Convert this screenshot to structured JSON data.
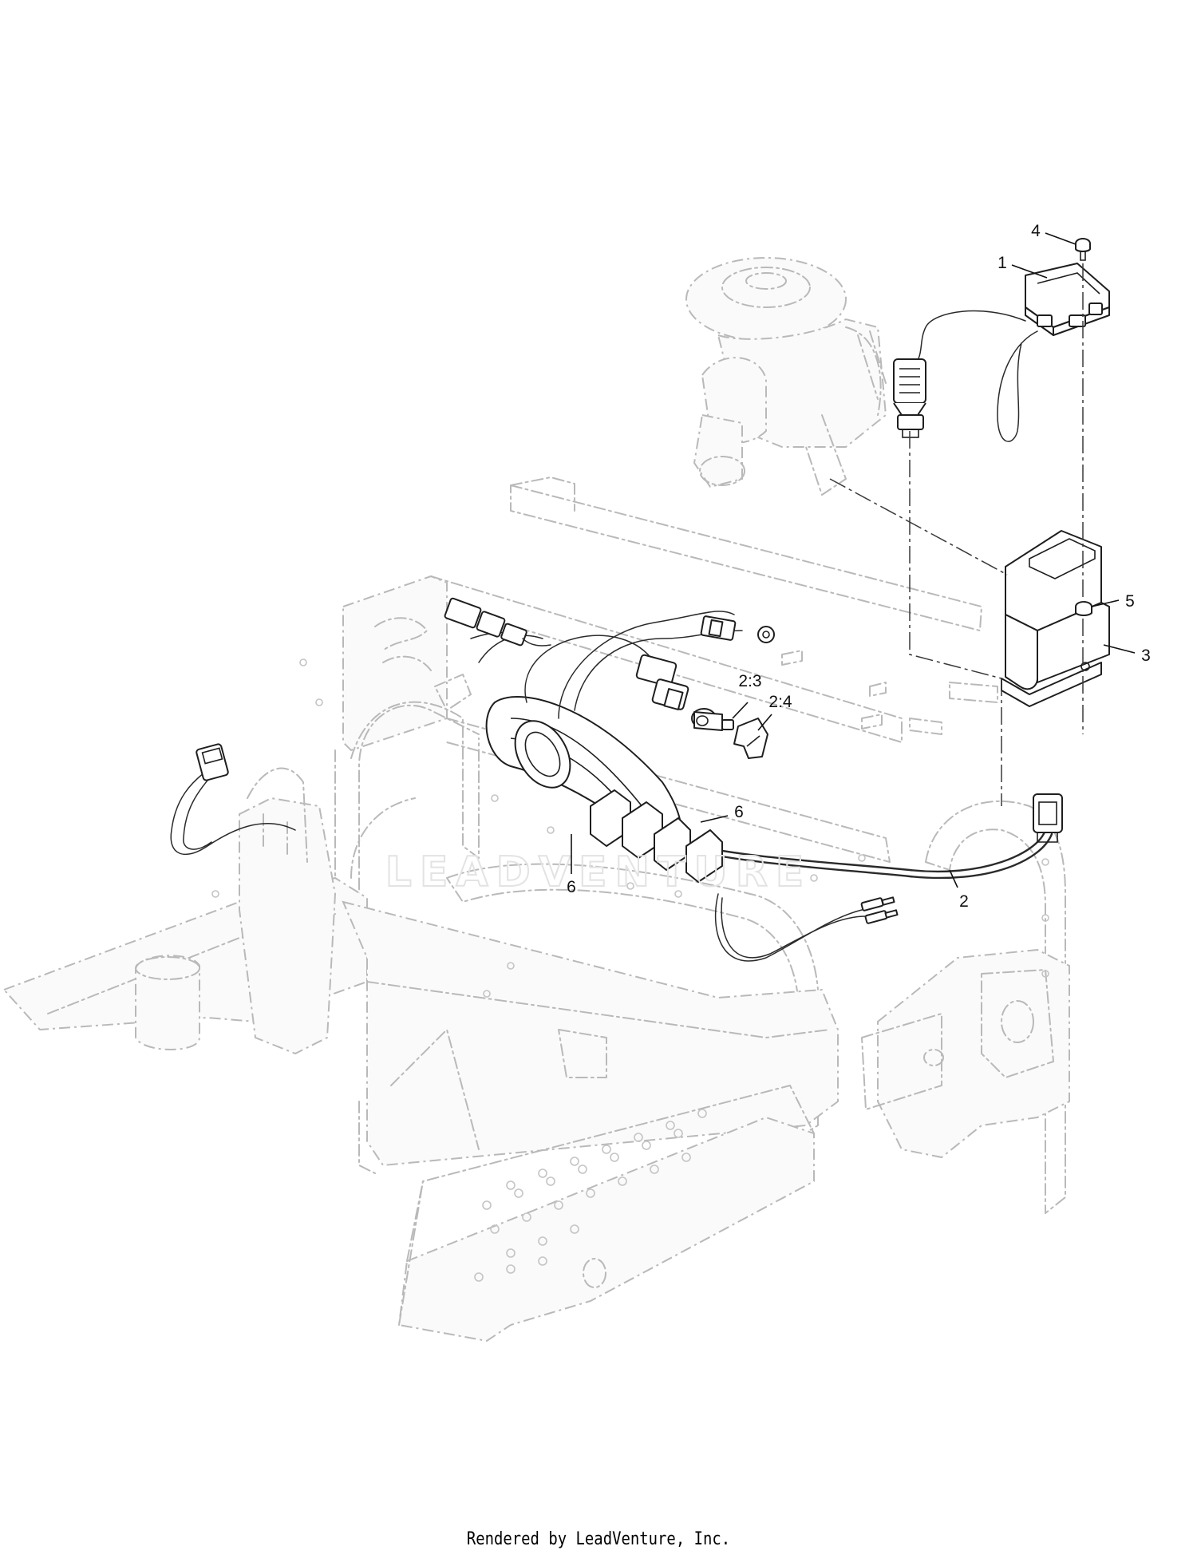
{
  "diagram": {
    "callouts": [
      {
        "id": "4",
        "label": "4"
      },
      {
        "id": "1",
        "label": "1"
      },
      {
        "id": "5",
        "label": "5"
      },
      {
        "id": "3",
        "label": "3"
      },
      {
        "id": "2-3",
        "label": "2:3"
      },
      {
        "id": "2-4",
        "label": "2:4"
      },
      {
        "id": "6a",
        "label": "6"
      },
      {
        "id": "6b",
        "label": "6"
      },
      {
        "id": "2",
        "label": "2"
      }
    ],
    "watermark": "LEADVENTURE"
  },
  "footer": {
    "credit": "Rendered by LeadVenture, Inc."
  },
  "colors": {
    "line_art": "#1e1e1e",
    "ghost_frame": "#b9b9b9",
    "background": "#ffffff"
  }
}
